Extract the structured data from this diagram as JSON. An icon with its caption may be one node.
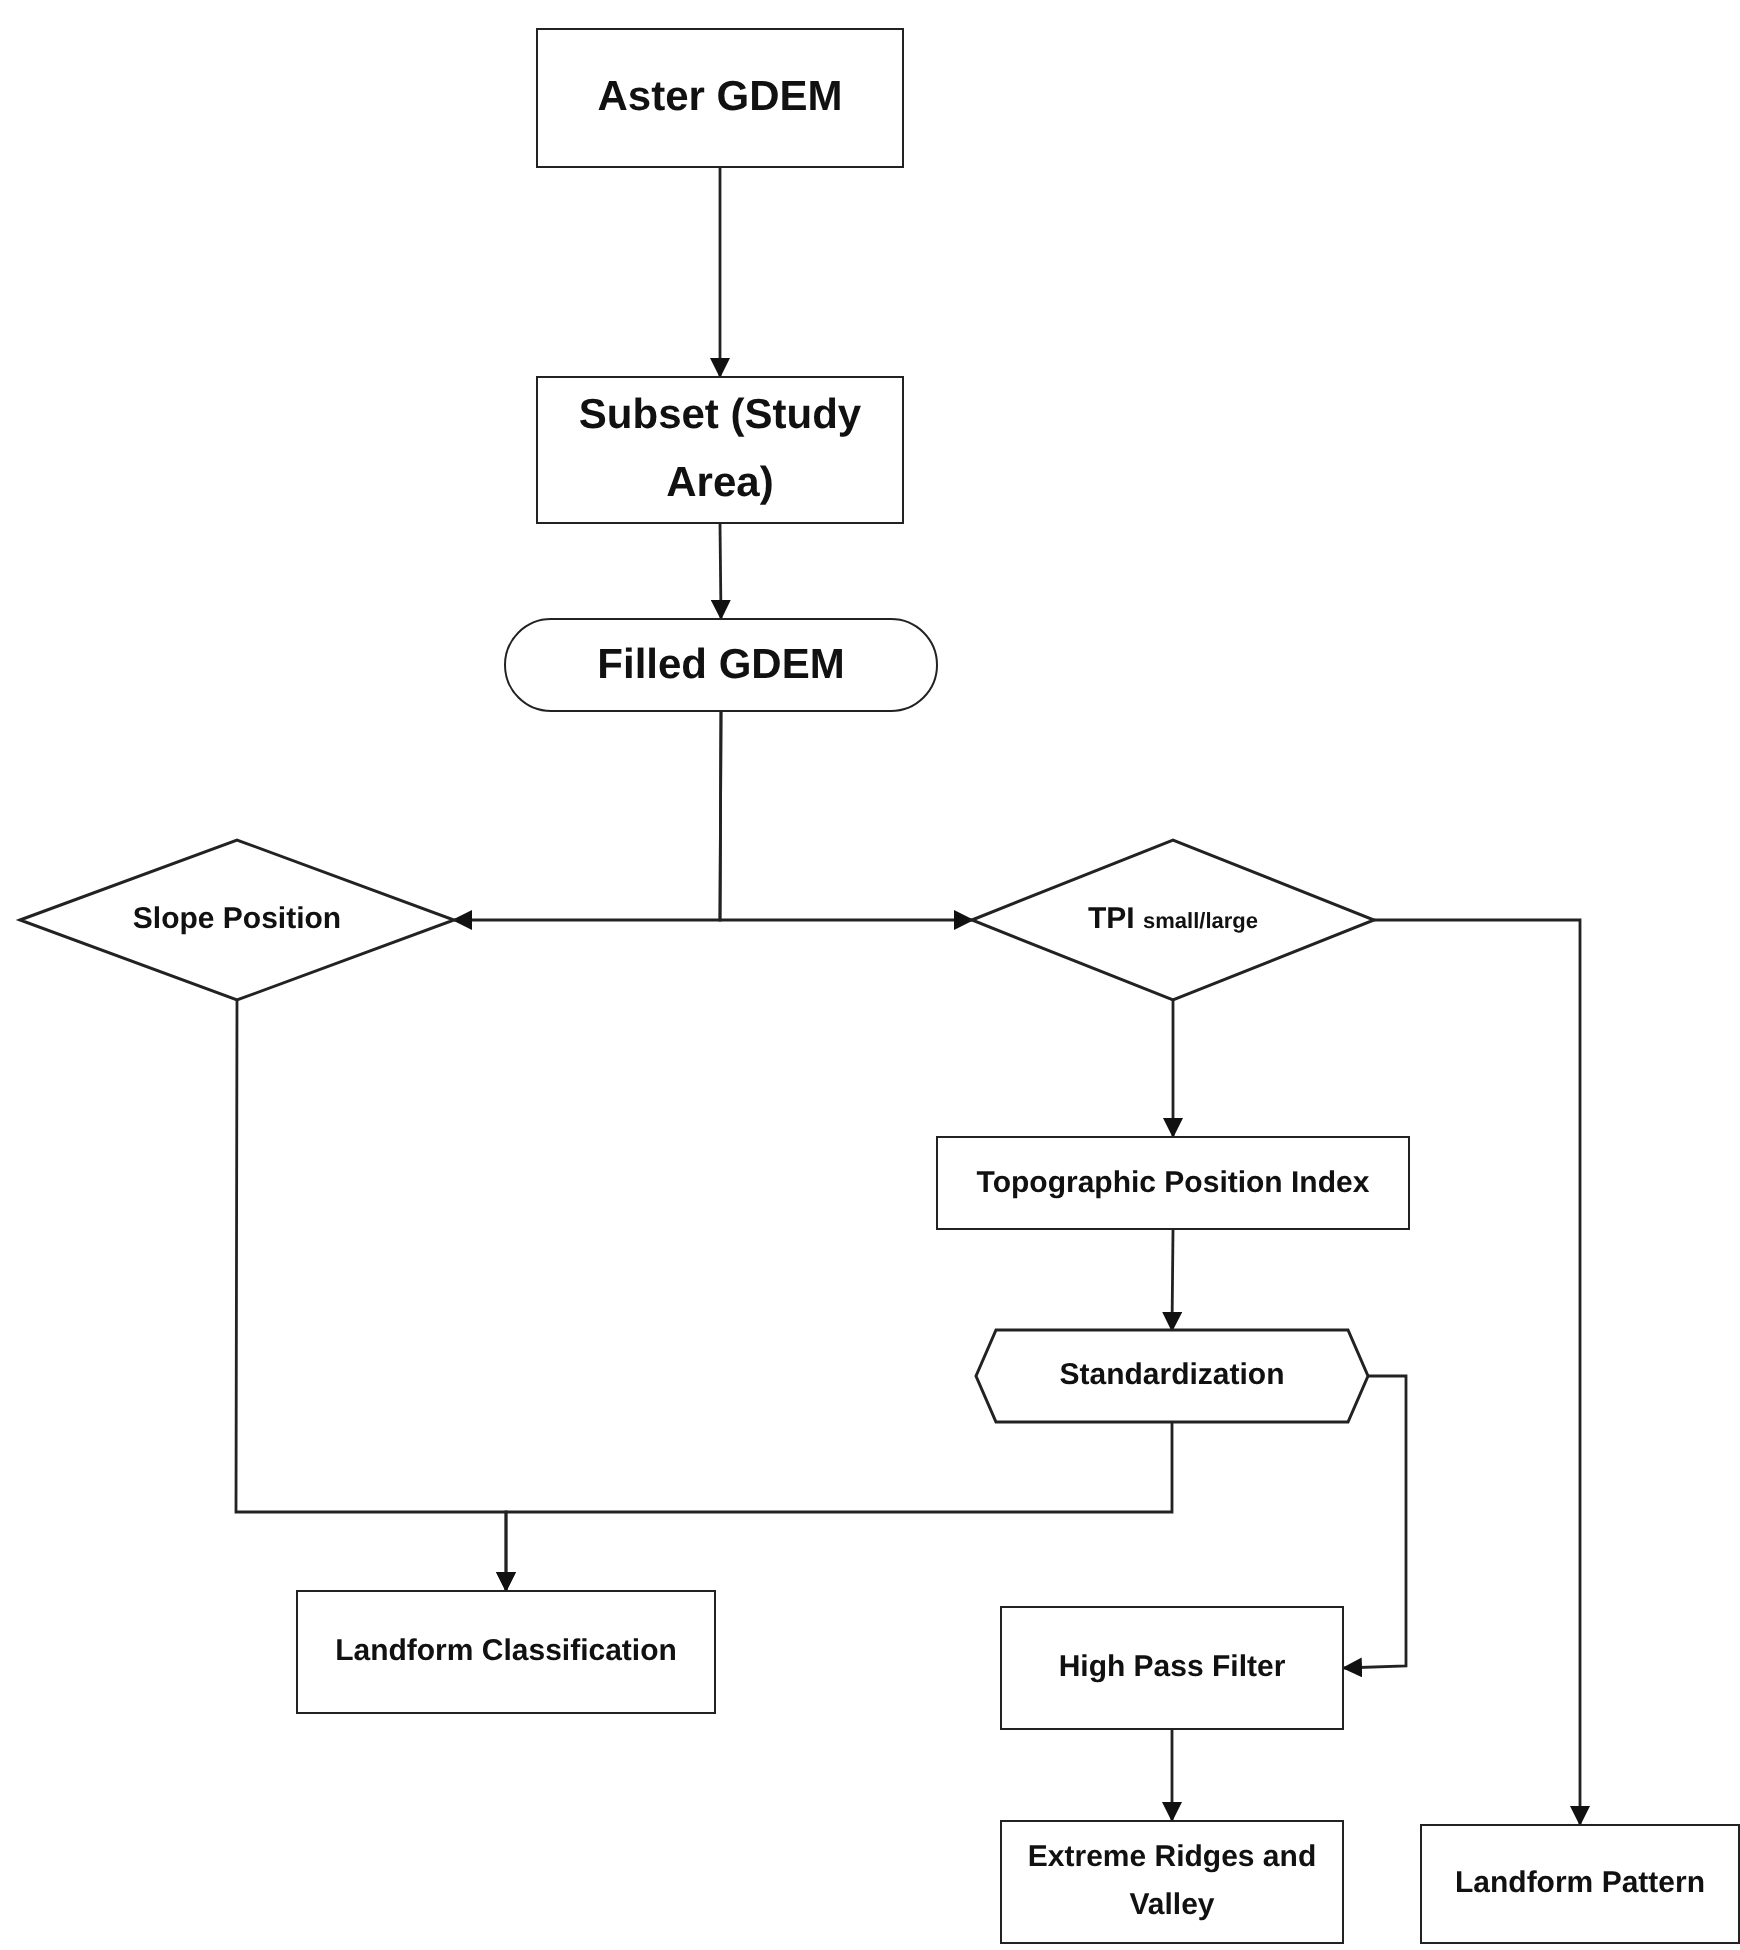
{
  "diagram": {
    "nodes": [
      {
        "text": [
          "Aster GDEM"
        ]
      },
      {
        "text": [
          "Subset (Study Area)"
        ]
      },
      {
        "text": [
          "Filled GDEM"
        ]
      },
      {
        "text": [
          "Slope Position"
        ]
      },
      {
        "text": [
          "TPI $_{small/large}$"
        ]
      },
      {
        "text": [
          "Topographic Position Index"
        ]
      },
      {
        "text": [
          "Standardization"
        ]
      },
      {
        "text": [
          "Landform Classification"
        ]
      },
      {
        "text": [
          "High Pass Filter"
        ]
      },
      {
        "text": [
          "Extreme Ridges and Valley"
        ]
      },
      {
        "text": [
          "Landform Pattern"
        ]
      }
    ],
    "edges": [
      {
        "from": 0,
        "to": 1,
        "arrow": "to"
      },
      {
        "from": 1,
        "to": 2,
        "arrow": "to"
      },
      {
        "from": 2,
        "to": 3,
        "arrow": "to"
      },
      {
        "from": 2,
        "to": 4,
        "arrow": "to"
      },
      {
        "from": 4,
        "to": 5,
        "arrow": "to"
      },
      {
        "from": 5,
        "to": 6,
        "arrow": "to"
      },
      {
        "from": 3,
        "to": 7,
        "arrow": "to"
      },
      {
        "from": 6,
        "to": 7,
        "arrow": "to"
      },
      {
        "from": 6,
        "to": 8,
        "arrow": "to"
      },
      {
        "from": 8,
        "to": 9,
        "arrow": "to"
      },
      {
        "from": 4,
        "to": 10,
        "arrow": "to"
      }
    ]
  }
}
